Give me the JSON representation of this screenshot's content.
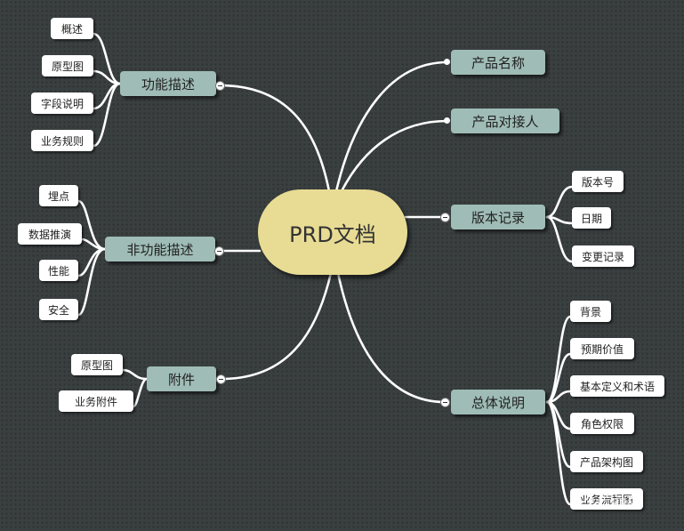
{
  "center": "PRD文档",
  "left": {
    "function_desc": {
      "label": "功能描述",
      "items": [
        "概述",
        "原型图",
        "字段说明",
        "业务规则"
      ]
    },
    "nonfunction_desc": {
      "label": "非功能描述",
      "items": [
        "埋点",
        "数据推演",
        "性能",
        "安全"
      ]
    },
    "attachments": {
      "label": "附件",
      "items": [
        "原型图",
        "业务附件"
      ]
    }
  },
  "right": {
    "product_name": {
      "label": "产品名称"
    },
    "product_contact": {
      "label": "产品对接人"
    },
    "version_record": {
      "label": "版本记录",
      "items": [
        "版本号",
        "日期",
        "变更记录"
      ]
    },
    "overview": {
      "label": "总体说明",
      "items": [
        "背景",
        "预期价值",
        "基本定义和术语",
        "角色权限",
        "产品架构图",
        "业务流程图"
      ]
    }
  },
  "watermark": {
    "text": "产品说",
    "icon": "wechat-icon"
  },
  "colors": {
    "background": "#3a3f40",
    "center": "#e8dc94",
    "topic": "#9fbcb6",
    "leaf": "#ffffff",
    "line": "#ffffff"
  }
}
